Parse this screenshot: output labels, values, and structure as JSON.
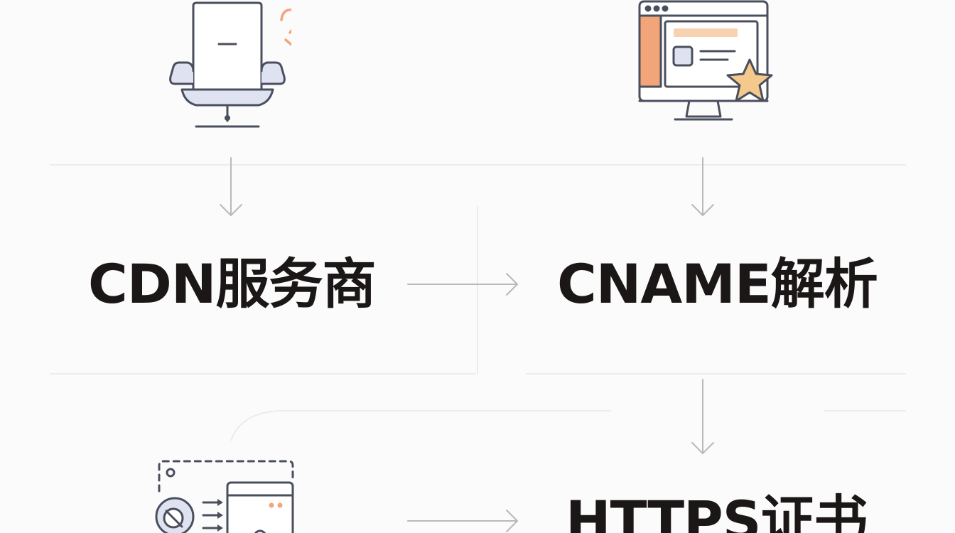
{
  "nodes": [
    {
      "id": "cdn",
      "label": "CDN服务商",
      "icon": "chair-monitor-icon"
    },
    {
      "id": "cname",
      "label": "CNAME解析",
      "icon": "browser-star-icon"
    },
    {
      "id": "https",
      "label": "HTTPS证书",
      "icon": "certificate-window-icon"
    }
  ],
  "colors": {
    "background": "#fbfbfb",
    "text": "#1b1717",
    "line": "#b9b9b9",
    "outline": "#4a4f5e",
    "icon_fill": "#dfe3f1",
    "accent_orange": "#f3a57a",
    "accent_peach": "#f6d2b0",
    "star": "#f4c98b"
  }
}
